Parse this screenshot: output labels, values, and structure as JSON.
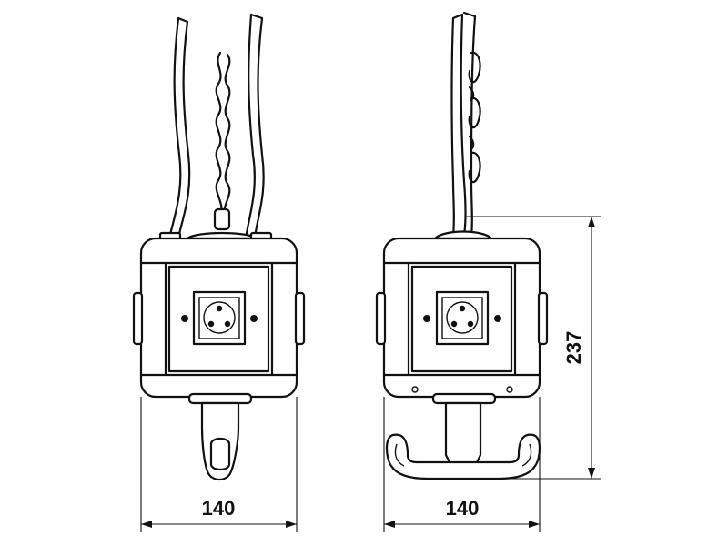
{
  "dimensions": {
    "left_width": "140",
    "right_width": "140",
    "right_height": "237"
  }
}
